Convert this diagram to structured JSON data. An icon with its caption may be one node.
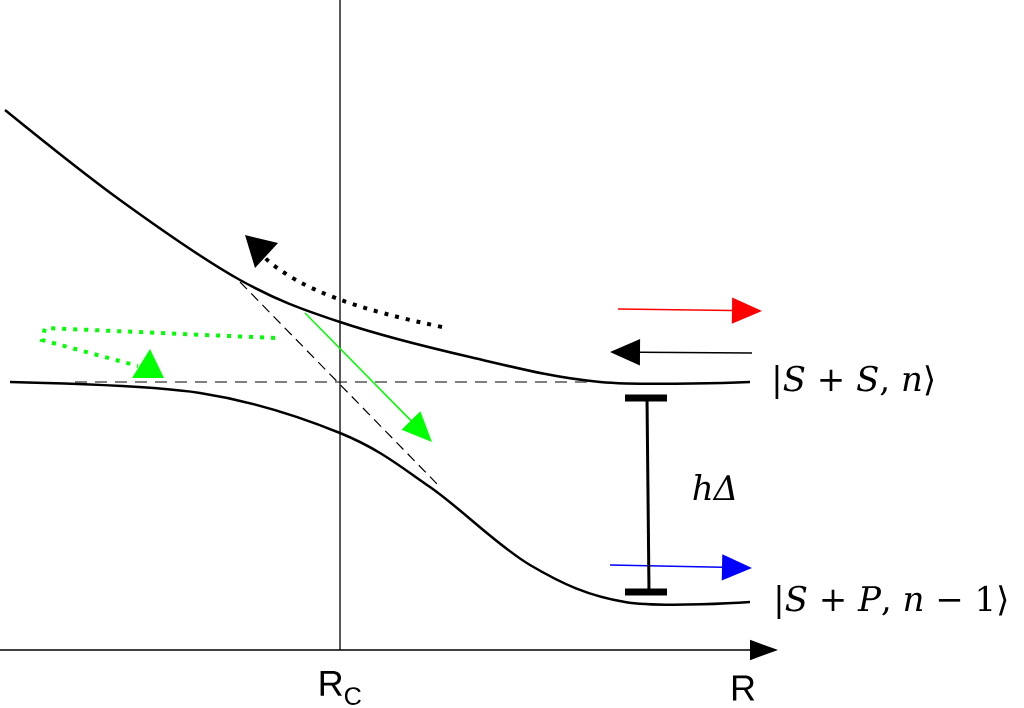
{
  "diagram": {
    "labels": [
      "|*S* + *S*, *n*⟩",
      "hΔ",
      "|*S* + *P*, *n* − 1⟩",
      "R$_{C}$",
      "R"
    ]
  }
}
